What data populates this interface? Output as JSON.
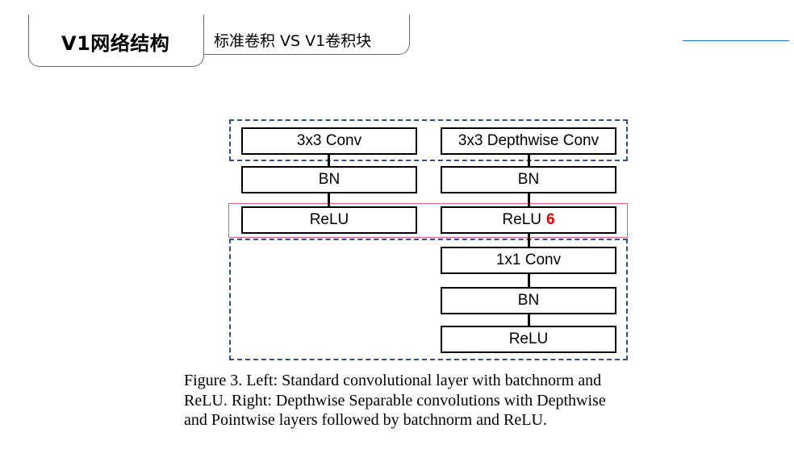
{
  "header": {
    "main_tab": "V1网络结构",
    "sub_tab": "标准卷积 VS V1卷积块"
  },
  "diagram": {
    "left_column": [
      "3x3 Conv",
      "BN",
      "ReLU"
    ],
    "right_column": [
      "3x3 Depthwise Conv",
      "BN",
      "ReLU",
      "1x1 Conv",
      "BN",
      "ReLU"
    ],
    "relu_highlight_suffix": "6",
    "colors": {
      "dashed_frame": "#2f4f8f",
      "highlight_frame": "#e06060",
      "highlight_text": "#e00000",
      "accent_line": "#2e75b6"
    }
  },
  "caption": {
    "lines": [
      "Figure 3. Left: Standard convolutional layer with batchnorm and",
      "ReLU. Right: Depthwise Separable convolutions with Depthwise",
      "and Pointwise layers followed by batchnorm and ReLU."
    ]
  }
}
